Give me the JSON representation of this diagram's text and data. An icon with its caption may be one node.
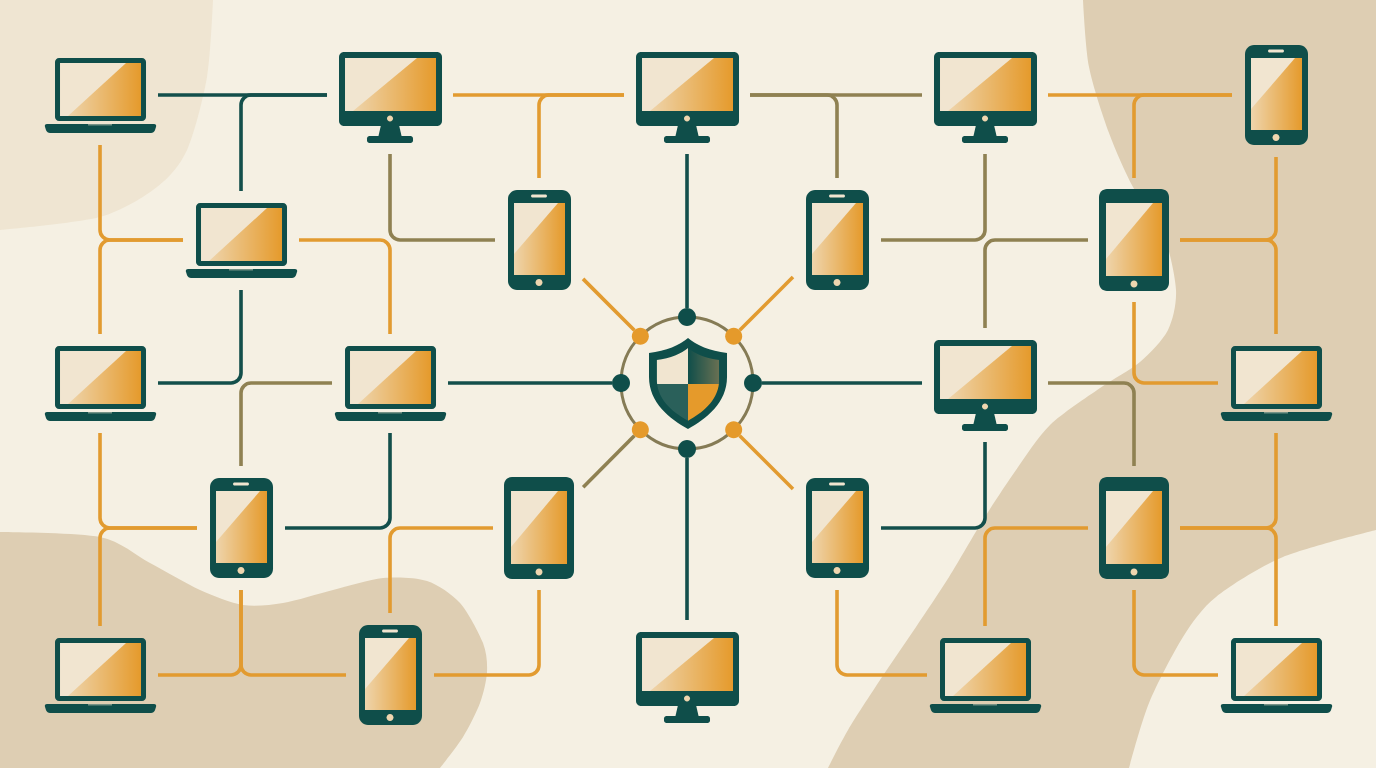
{
  "diagram": {
    "nodes": [
      {
        "text": [],
        "shape": "laptop"
      },
      {
        "text": [],
        "shape": "monitor"
      },
      {
        "text": [],
        "shape": "monitor"
      },
      {
        "text": [],
        "shape": "monitor"
      },
      {
        "text": [],
        "shape": "phone"
      },
      {
        "text": [],
        "shape": "laptop"
      },
      {
        "text": [],
        "shape": "phone"
      },
      {
        "text": [],
        "shape": "phone"
      },
      {
        "text": [],
        "shape": "tablet"
      },
      {
        "text": [],
        "shape": "laptop"
      },
      {
        "text": [],
        "shape": "laptop"
      },
      {
        "text": [],
        "shape": "shield"
      },
      {
        "text": [],
        "shape": "monitor"
      },
      {
        "text": [],
        "shape": "laptop"
      },
      {
        "text": [],
        "shape": "phone"
      },
      {
        "text": [],
        "shape": "tablet"
      },
      {
        "text": [],
        "shape": "phone"
      },
      {
        "text": [],
        "shape": "tablet"
      },
      {
        "text": [],
        "shape": "laptop"
      },
      {
        "text": [],
        "shape": "phone"
      },
      {
        "text": [],
        "shape": "monitor"
      },
      {
        "text": [],
        "shape": "laptop"
      },
      {
        "text": [],
        "shape": "laptop"
      }
    ],
    "edges": [
      {
        "from": 0,
        "to": 1,
        "arrow": "none",
        "color": "#134f4b"
      },
      {
        "from": 5,
        "to": 1,
        "arrow": "none",
        "color": "#134f4b"
      },
      {
        "from": 1,
        "to": 2,
        "arrow": "none"
      },
      {
        "from": 6,
        "to": 2,
        "arrow": "none"
      },
      {
        "from": 2,
        "to": 3,
        "arrow": "none",
        "color": "#8f8152"
      },
      {
        "from": 7,
        "to": 2,
        "arrow": "none",
        "color": "#8f8152"
      },
      {
        "from": 3,
        "to": 4,
        "arrow": "none"
      },
      {
        "from": 8,
        "to": 4,
        "arrow": "none"
      },
      {
        "from": 5,
        "to": 0,
        "arrow": "none"
      },
      {
        "from": 5,
        "to": 9,
        "arrow": "none"
      },
      {
        "from": 9,
        "to": 5,
        "arrow": "none",
        "color": "#134f4b"
      },
      {
        "from": 1,
        "to": 6,
        "arrow": "none",
        "color": "#8f8152"
      },
      {
        "from": 5,
        "to": 10,
        "arrow": "none"
      },
      {
        "from": 7,
        "to": 3,
        "arrow": "none",
        "color": "#8f8152"
      },
      {
        "from": 8,
        "to": 12,
        "arrow": "none",
        "color": "#8f8152"
      },
      {
        "from": 8,
        "to": 4,
        "arrow": "none"
      },
      {
        "from": 8,
        "to": 13,
        "arrow": "none"
      },
      {
        "from": 10,
        "to": 14,
        "arrow": "none",
        "color": "#8f8152"
      },
      {
        "from": 10,
        "to": 11,
        "arrow": "none",
        "color": "#134f4b"
      },
      {
        "from": 11,
        "to": 12,
        "arrow": "none",
        "color": "#134f4b"
      },
      {
        "from": 2,
        "to": 11,
        "arrow": "none",
        "color": "#134f4b"
      },
      {
        "from": 12,
        "to": 17,
        "arrow": "none",
        "color": "#8f8152"
      },
      {
        "from": 13,
        "to": 8,
        "arrow": "none"
      },
      {
        "from": 14,
        "to": 9,
        "arrow": "none"
      },
      {
        "from": 14,
        "to": 18,
        "arrow": "none"
      },
      {
        "from": 14,
        "to": 10,
        "arrow": "none",
        "color": "#134f4b"
      },
      {
        "from": 15,
        "to": 19,
        "arrow": "none"
      },
      {
        "from": 14,
        "to": 18,
        "arrow": "none"
      },
      {
        "from": 14,
        "to": 19,
        "arrow": "none"
      },
      {
        "from": 19,
        "to": 15,
        "arrow": "none"
      },
      {
        "from": 11,
        "to": 20,
        "arrow": "none",
        "color": "#134f4b"
      },
      {
        "from": 16,
        "to": 12,
        "arrow": "none",
        "color": "#134f4b"
      },
      {
        "from": 16,
        "to": 21,
        "arrow": "none"
      },
      {
        "from": 17,
        "to": 21,
        "arrow": "none"
      },
      {
        "from": 17,
        "to": 22,
        "arrow": "none"
      },
      {
        "from": 17,
        "to": 13,
        "arrow": "none"
      },
      {
        "from": 17,
        "to": 22,
        "arrow": "none"
      },
      {
        "from": 11,
        "to": 6,
        "arrow": "none"
      },
      {
        "from": 11,
        "to": 7,
        "arrow": "none"
      },
      {
        "from": 11,
        "to": 15,
        "arrow": "none",
        "color": "#8f8152"
      },
      {
        "from": 11,
        "to": 16,
        "arrow": "none"
      }
    ]
  }
}
